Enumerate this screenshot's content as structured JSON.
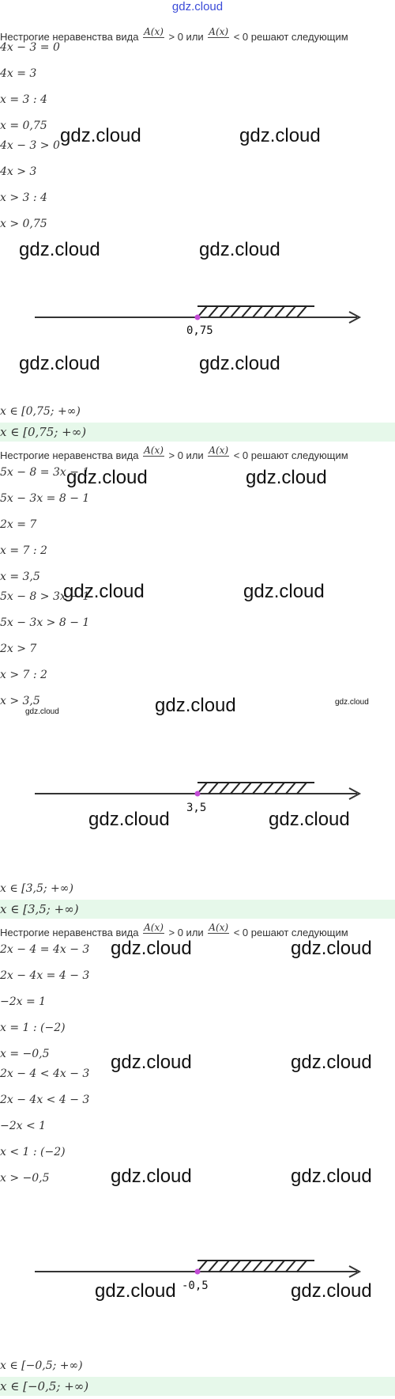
{
  "site_title": "gdz.cloud",
  "intro": {
    "before": "Нестрогие неравенства вида",
    "frac": "A(x)",
    "gt": "> 0 или",
    "lt": "< 0 решают следующим"
  },
  "sections": [
    {
      "eq": [
        "4x − 3 = 0",
        "4x = 3",
        "x = 3 : 4",
        "x = 0,75"
      ],
      "ineq": [
        "4x − 3 > 0",
        "4x > 3",
        "x > 3 : 4",
        "x > 0,75"
      ],
      "point": "0,75",
      "answer": "x ∈ [0,75; +∞)",
      "answer_hl": "x ∈ [0,75; +∞)"
    },
    {
      "eq": [
        "5x − 8 = 3x − 1",
        "5x − 3x = 8 − 1",
        "2x = 7",
        "x = 7 : 2",
        "x = 3,5"
      ],
      "ineq": [
        "5x − 8 > 3x − 1",
        "5x − 3x > 8 − 1",
        "2x > 7",
        "x > 7 : 2",
        "x > 3,5"
      ],
      "point": "3,5",
      "answer": "x ∈ [3,5; +∞)",
      "answer_hl": "x ∈ [3,5; +∞)"
    },
    {
      "eq": [
        "2x − 4 = 4x − 3",
        "2x − 4x = 4 − 3",
        "−2x = 1",
        "x = 1 : (−2)",
        "x = −0,5"
      ],
      "ineq": [
        "2x − 4 < 4x − 3",
        "2x − 4x < 4 − 3",
        "−2x < 1",
        "x < 1 : (−2)",
        "x > −0,5"
      ],
      "point": "-0,5",
      "answer": "x ∈ [−0,5; +∞)",
      "answer_hl": "x ∈ [−0,5; +∞)"
    }
  ],
  "watermark": "gdz.cloud",
  "colors": {
    "title": "#3b4bd8",
    "point": "#c34bd6",
    "highlight": "#e6f8ea"
  }
}
